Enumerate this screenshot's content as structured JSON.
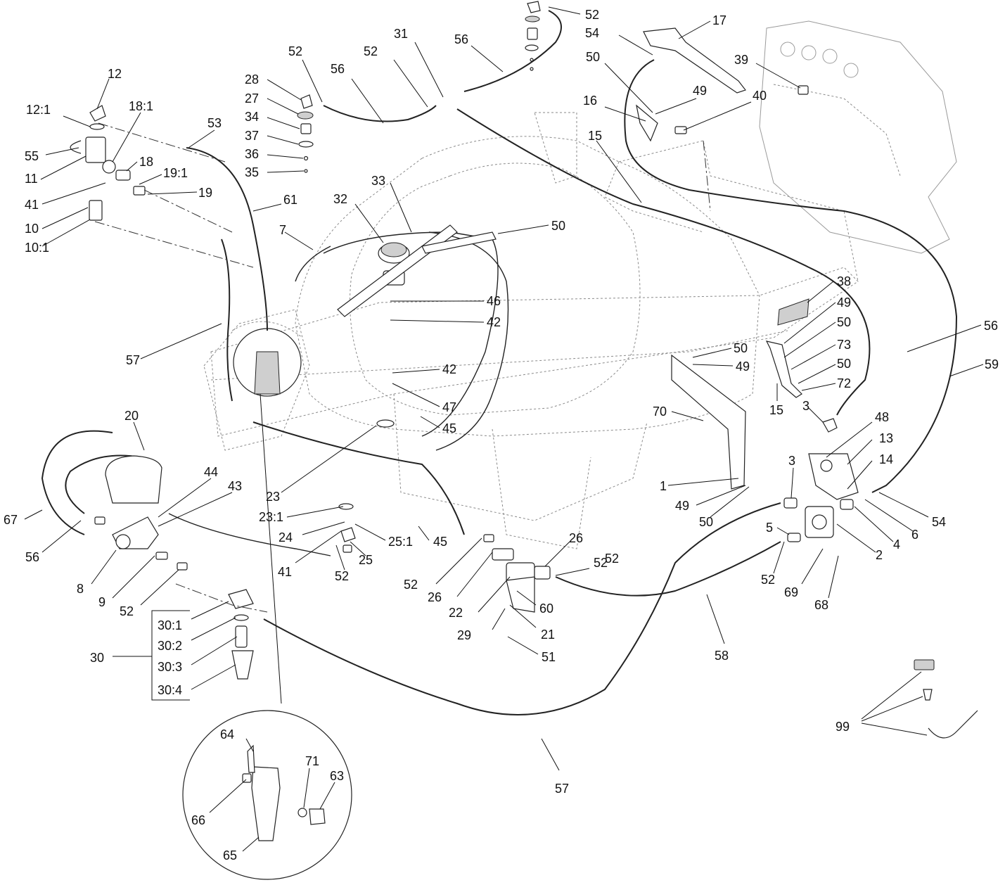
{
  "callouts": [
    {
      "id": "c1",
      "text": "12"
    },
    {
      "id": "c2",
      "text": "12:1"
    },
    {
      "id": "c3",
      "text": "18:1"
    },
    {
      "id": "c4",
      "text": "55"
    },
    {
      "id": "c5",
      "text": "11"
    },
    {
      "id": "c6",
      "text": "18"
    },
    {
      "id": "c7",
      "text": "19:1"
    },
    {
      "id": "c8",
      "text": "41"
    },
    {
      "id": "c9",
      "text": "19"
    },
    {
      "id": "c10",
      "text": "10"
    },
    {
      "id": "c11",
      "text": "10:1"
    },
    {
      "id": "c12",
      "text": "53"
    },
    {
      "id": "c13",
      "text": "61"
    },
    {
      "id": "c14",
      "text": "52"
    },
    {
      "id": "c15",
      "text": "28"
    },
    {
      "id": "c16",
      "text": "27"
    },
    {
      "id": "c17",
      "text": "34"
    },
    {
      "id": "c18",
      "text": "37"
    },
    {
      "id": "c19",
      "text": "36"
    },
    {
      "id": "c20",
      "text": "35"
    },
    {
      "id": "c21",
      "text": "56"
    },
    {
      "id": "c22",
      "text": "52"
    },
    {
      "id": "c23",
      "text": "31"
    },
    {
      "id": "c24",
      "text": "56"
    },
    {
      "id": "c25",
      "text": "52"
    },
    {
      "id": "c26",
      "text": "17"
    },
    {
      "id": "c27",
      "text": "54"
    },
    {
      "id": "c28",
      "text": "50"
    },
    {
      "id": "c29",
      "text": "39"
    },
    {
      "id": "c30",
      "text": "49"
    },
    {
      "id": "c31",
      "text": "40"
    },
    {
      "id": "c32",
      "text": "16"
    },
    {
      "id": "c33",
      "text": "15"
    },
    {
      "id": "c34",
      "text": "33"
    },
    {
      "id": "c35",
      "text": "32"
    },
    {
      "id": "c36",
      "text": "7"
    },
    {
      "id": "c37",
      "text": "50"
    },
    {
      "id": "c38",
      "text": "46"
    },
    {
      "id": "c39",
      "text": "42"
    },
    {
      "id": "c40",
      "text": "42"
    },
    {
      "id": "c41",
      "text": "47"
    },
    {
      "id": "c42",
      "text": "45"
    },
    {
      "id": "c43",
      "text": "38"
    },
    {
      "id": "c44",
      "text": "49"
    },
    {
      "id": "c45",
      "text": "50"
    },
    {
      "id": "c46",
      "text": "73"
    },
    {
      "id": "c47",
      "text": "50"
    },
    {
      "id": "c48",
      "text": "72"
    },
    {
      "id": "c49",
      "text": "56"
    },
    {
      "id": "c50",
      "text": "59"
    },
    {
      "id": "c51",
      "text": "50"
    },
    {
      "id": "c52",
      "text": "49"
    },
    {
      "id": "c53",
      "text": "15"
    },
    {
      "id": "c54",
      "text": "3"
    },
    {
      "id": "c55",
      "text": "70"
    },
    {
      "id": "c56",
      "text": "48"
    },
    {
      "id": "c57",
      "text": "13"
    },
    {
      "id": "c58",
      "text": "14"
    },
    {
      "id": "c59",
      "text": "3"
    },
    {
      "id": "c60",
      "text": "1"
    },
    {
      "id": "c61",
      "text": "49"
    },
    {
      "id": "c62",
      "text": "50"
    },
    {
      "id": "c63",
      "text": "5"
    },
    {
      "id": "c64",
      "text": "54"
    },
    {
      "id": "c65",
      "text": "6"
    },
    {
      "id": "c66",
      "text": "4"
    },
    {
      "id": "c67",
      "text": "2"
    },
    {
      "id": "c68",
      "text": "52"
    },
    {
      "id": "c69",
      "text": "69"
    },
    {
      "id": "c70",
      "text": "68"
    },
    {
      "id": "c71",
      "text": "57"
    },
    {
      "id": "c72",
      "text": "20"
    },
    {
      "id": "c73",
      "text": "44"
    },
    {
      "id": "c74",
      "text": "43"
    },
    {
      "id": "c75",
      "text": "67"
    },
    {
      "id": "c76",
      "text": "56"
    },
    {
      "id": "c77",
      "text": "8"
    },
    {
      "id": "c78",
      "text": "9"
    },
    {
      "id": "c79",
      "text": "52"
    },
    {
      "id": "c80",
      "text": "23"
    },
    {
      "id": "c81",
      "text": "23:1"
    },
    {
      "id": "c82",
      "text": "24"
    },
    {
      "id": "c83",
      "text": "41"
    },
    {
      "id": "c84",
      "text": "25:1"
    },
    {
      "id": "c85",
      "text": "25"
    },
    {
      "id": "c86",
      "text": "52"
    },
    {
      "id": "c87",
      "text": "45"
    },
    {
      "id": "c88",
      "text": "26"
    },
    {
      "id": "c89",
      "text": "52"
    },
    {
      "id": "c90",
      "text": "26"
    },
    {
      "id": "c91",
      "text": "52"
    },
    {
      "id": "c92",
      "text": "22"
    },
    {
      "id": "c93",
      "text": "60"
    },
    {
      "id": "c94",
      "text": "29"
    },
    {
      "id": "c95",
      "text": "21"
    },
    {
      "id": "c96",
      "text": "51"
    },
    {
      "id": "c97",
      "text": "58"
    },
    {
      "id": "c98",
      "text": "30:1"
    },
    {
      "id": "c99",
      "text": "30:2"
    },
    {
      "id": "c100",
      "text": "30"
    },
    {
      "id": "c101",
      "text": "30:3"
    },
    {
      "id": "c102",
      "text": "30:4"
    },
    {
      "id": "c103",
      "text": "64"
    },
    {
      "id": "c104",
      "text": "71"
    },
    {
      "id": "c105",
      "text": "63"
    },
    {
      "id": "c106",
      "text": "66"
    },
    {
      "id": "c107",
      "text": "65"
    },
    {
      "id": "c108",
      "text": "57"
    },
    {
      "id": "c109",
      "text": "99"
    },
    {
      "id": "c110",
      "text": "52"
    }
  ]
}
